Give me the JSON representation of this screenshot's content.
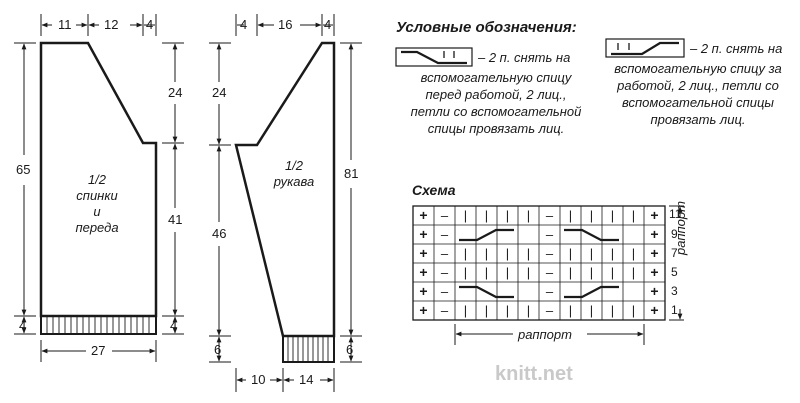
{
  "front_back": {
    "label_lines": [
      "1/2",
      "спинки",
      "и",
      "переда"
    ],
    "top_dims": [
      "11",
      "12",
      "4"
    ],
    "left_dims": [
      "65",
      "4"
    ],
    "right_dims": [
      "24",
      "41",
      "4"
    ],
    "bottom_dim": "27"
  },
  "sleeve": {
    "label_lines": [
      "1/2",
      "рукава"
    ],
    "top_dims": [
      "4",
      "16",
      "4"
    ],
    "left_dims": [
      "24",
      "46",
      "6"
    ],
    "right_dims": [
      "81",
      "6"
    ],
    "bottom_dims": [
      "10",
      "14"
    ]
  },
  "legend": {
    "title": "Условные обозначения:",
    "item1_lines": [
      "– 2 п. снять на",
      "вспомогательную спицу",
      "перед работой, 2 лиц.,",
      "петли со вспомогательной",
      "спицы провязать лиц."
    ],
    "item2_lines": [
      "– 2 п. снять на",
      "вспомогательную спицу за",
      "работой, 2 лиц., петли со",
      "вспомогательной спицы",
      "провязать лиц."
    ]
  },
  "chart": {
    "title": "Схема",
    "symbols": [
      "+",
      "–",
      "|"
    ],
    "row_numbers": [
      "11",
      "9",
      "7",
      "5",
      "3",
      "1"
    ],
    "side_label": "раппорт",
    "bottom_label": "раппорт"
  },
  "watermark": "knitt.net"
}
